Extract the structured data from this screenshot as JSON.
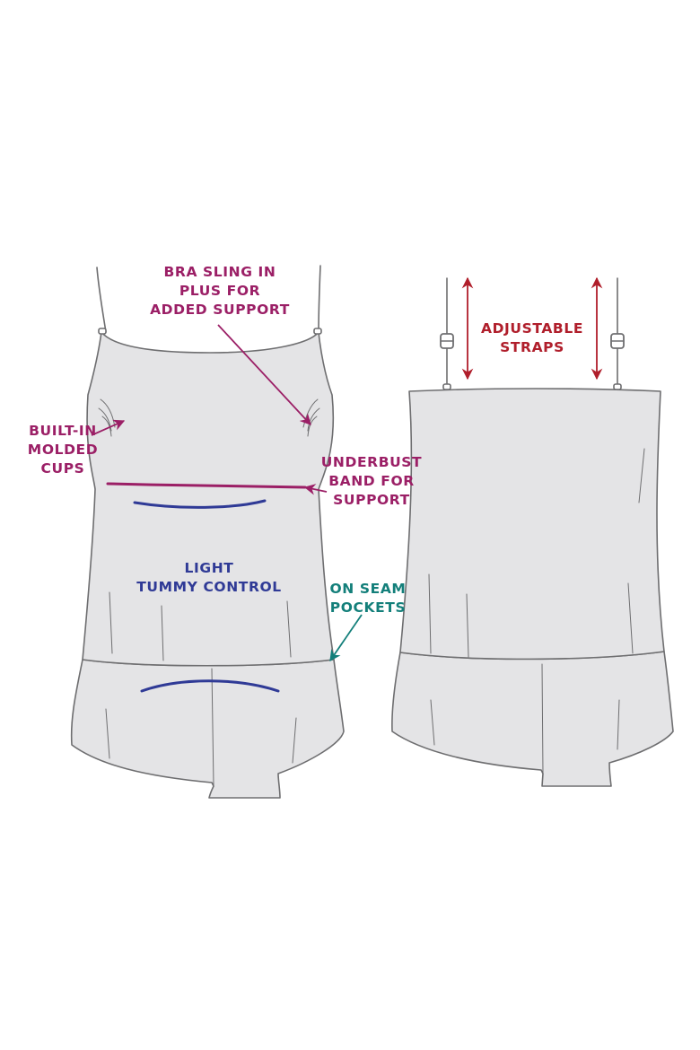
{
  "colors": {
    "magenta": "#9b1f66",
    "navy": "#2f3a96",
    "teal": "#137f7a",
    "red": "#b01e2b",
    "garment_fill": "#e4e4e6",
    "garment_outline": "#6e6e70"
  },
  "callouts": {
    "bra_sling": [
      "BRA SLING IN",
      "PLUS FOR",
      "ADDED SUPPORT"
    ],
    "built_in_cups": [
      "BUILT-IN",
      "MOLDED",
      "CUPS"
    ],
    "underbust_band": [
      "UNDERBUST",
      "BAND FOR",
      "SUPPORT"
    ],
    "tummy_control": [
      "LIGHT",
      "TUMMY CONTROL"
    ],
    "seam_pockets": [
      "ON SEAM",
      "POCKETS"
    ],
    "adjustable_straps": [
      "ADJUSTABLE",
      "STRAPS"
    ]
  }
}
